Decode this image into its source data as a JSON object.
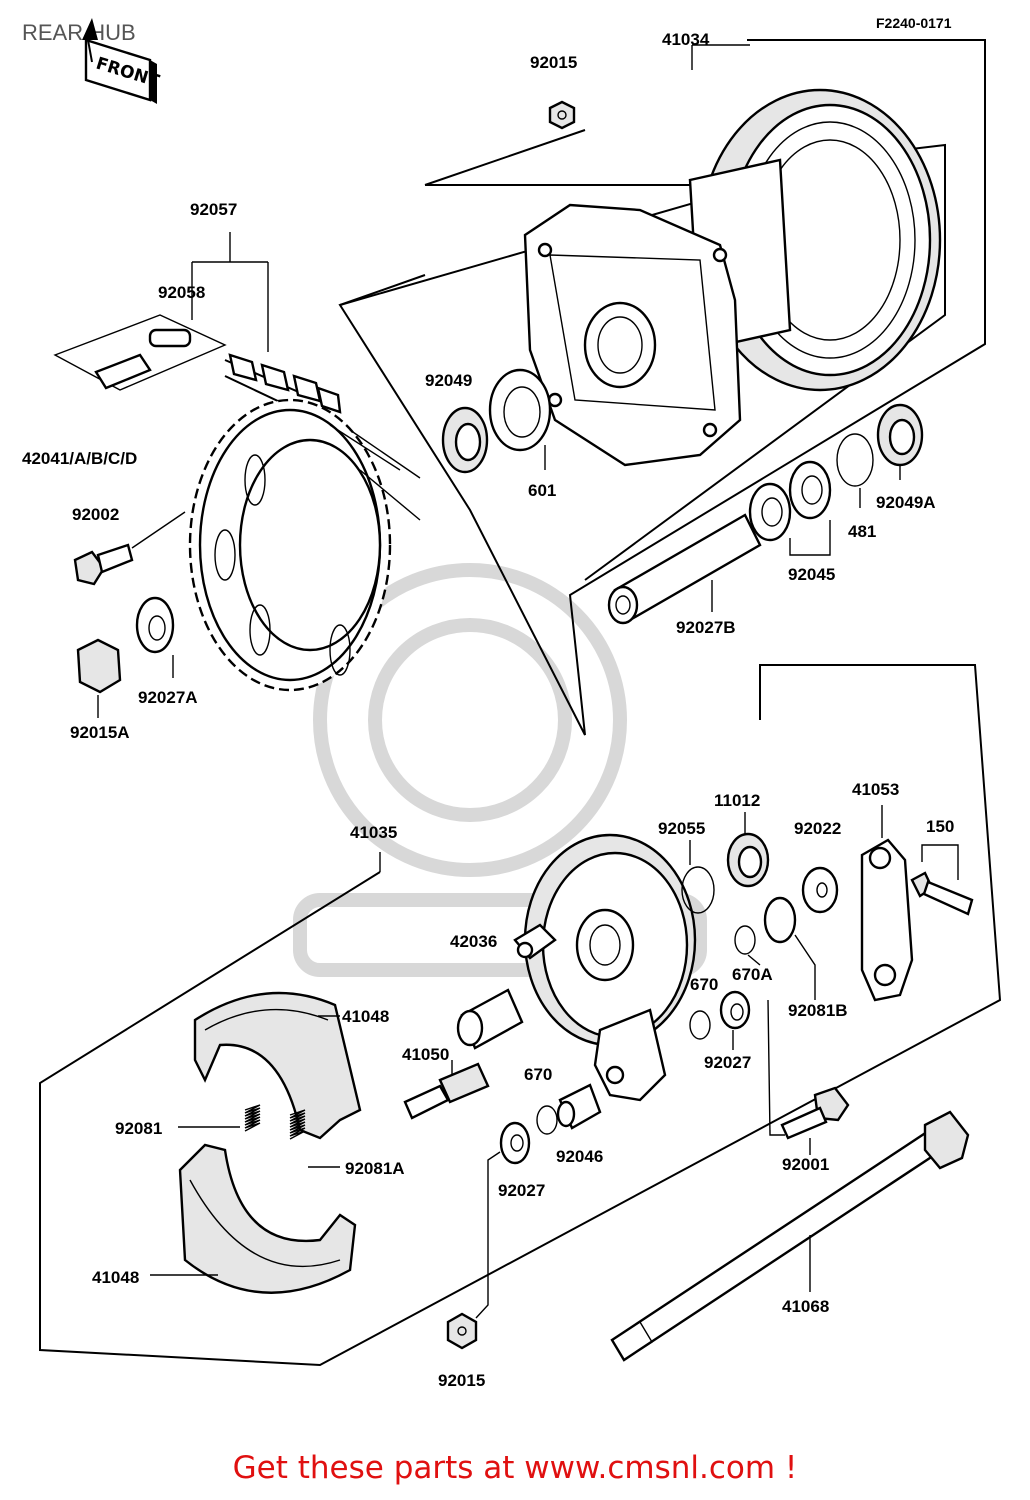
{
  "title": "REAR HUB",
  "diagram_code": "F2240-0171",
  "front_arrow_label": "FRONT",
  "footer_text": "Get these parts at www.cmsnl.com !",
  "colors": {
    "footer": "#e01010",
    "lines": "#000000",
    "watermark": "#d8d8d8"
  },
  "labels": {
    "p41034": "41034",
    "p92015_top": "92015",
    "p92057": "92057",
    "p92058": "92058",
    "p92049": "92049",
    "p601": "601",
    "p42041": "42041/A/B/C/D",
    "p92002": "92002",
    "p92027A": "92027A",
    "p92015A": "92015A",
    "p92049A": "92049A",
    "p481": "481",
    "p92045": "92045",
    "p92027B": "92027B",
    "p41035": "41035",
    "p41053": "41053",
    "p11012": "11012",
    "p92055": "92055",
    "p92022": "92022",
    "p150": "150",
    "p42036": "42036",
    "p670A": "670A",
    "p670a": "670",
    "p92081B": "92081B",
    "p92027_mid": "92027",
    "p41048_top": "41048",
    "p41050": "41050",
    "p670b": "670",
    "p92046": "92046",
    "p92081": "92081",
    "p92081A": "92081A",
    "p92027_low": "92027",
    "p92001": "92001",
    "p41048_bot": "41048",
    "p41068": "41068",
    "p92015_bot": "92015"
  }
}
